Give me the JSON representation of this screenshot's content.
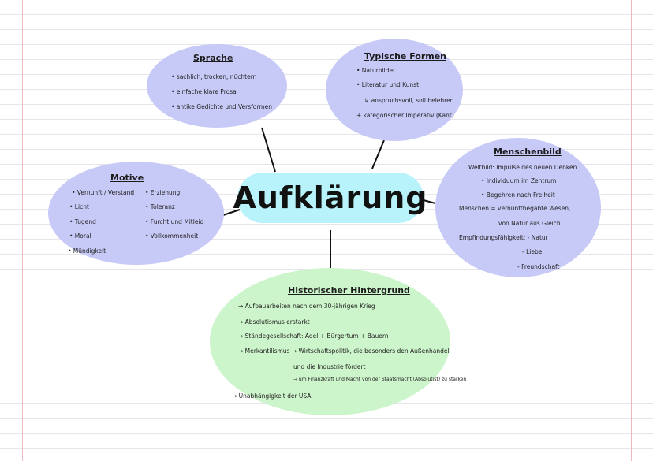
{
  "center": {
    "title": "Aufklärung"
  },
  "colors": {
    "blue_bubble": "#c7c9f7",
    "green_bubble": "#cdf5cb",
    "center_bubble": "#b8f3fb"
  },
  "sprache": {
    "heading": "Sprache",
    "items": [
      "• sachlich, trocken, nüchtern",
      "• einfache klare Prosa",
      "• antike Gedichte und Versformen"
    ]
  },
  "formen": {
    "heading": "Typische Formen",
    "items": [
      "• Naturbilder",
      "• Literatur und Kunst",
      "↳ anspruchsvoll, soll belehren",
      "+ kategorischer Imperativ (Kant)"
    ]
  },
  "motive": {
    "heading": "Motive",
    "col1": [
      "• Vernunft / Verstand",
      "• Licht",
      "• Tugend",
      "• Moral",
      "• Mündigkeit"
    ],
    "col2": [
      "• Erziehung",
      "• Toleranz",
      "• Furcht und Mitleid",
      "• Vollkommenheit"
    ]
  },
  "menschenbild": {
    "heading": "Menschenbild",
    "items": [
      "Weltbild: Impulse des neuen Denken",
      "• Individuum im Zentrum",
      "• Begehren nach Freiheit",
      "Menschen = vernunftbegabte Wesen,",
      "von Natur aus Gleich",
      "Empfindungsfähigkeit: - Natur",
      "- Liebe",
      "- Freundschaft"
    ]
  },
  "historisch": {
    "heading": "Historischer Hintergrund",
    "items": [
      "→ Aufbauarbeiten nach dem 30-jährigen Krieg",
      "→ Absolutismus erstarkt",
      "→ Ständegesellschaft: Adel + Bürgertum + Bauern",
      "→ Merkantilismus → Wirtschaftspolitik, die besonders den Außenhandel",
      "und die Industrie fördert",
      "→ um Finanzkraft und Macht von der Staatsmacht (Absolutist) zu stärken",
      "→ Unabhängigkeit der USA"
    ]
  }
}
